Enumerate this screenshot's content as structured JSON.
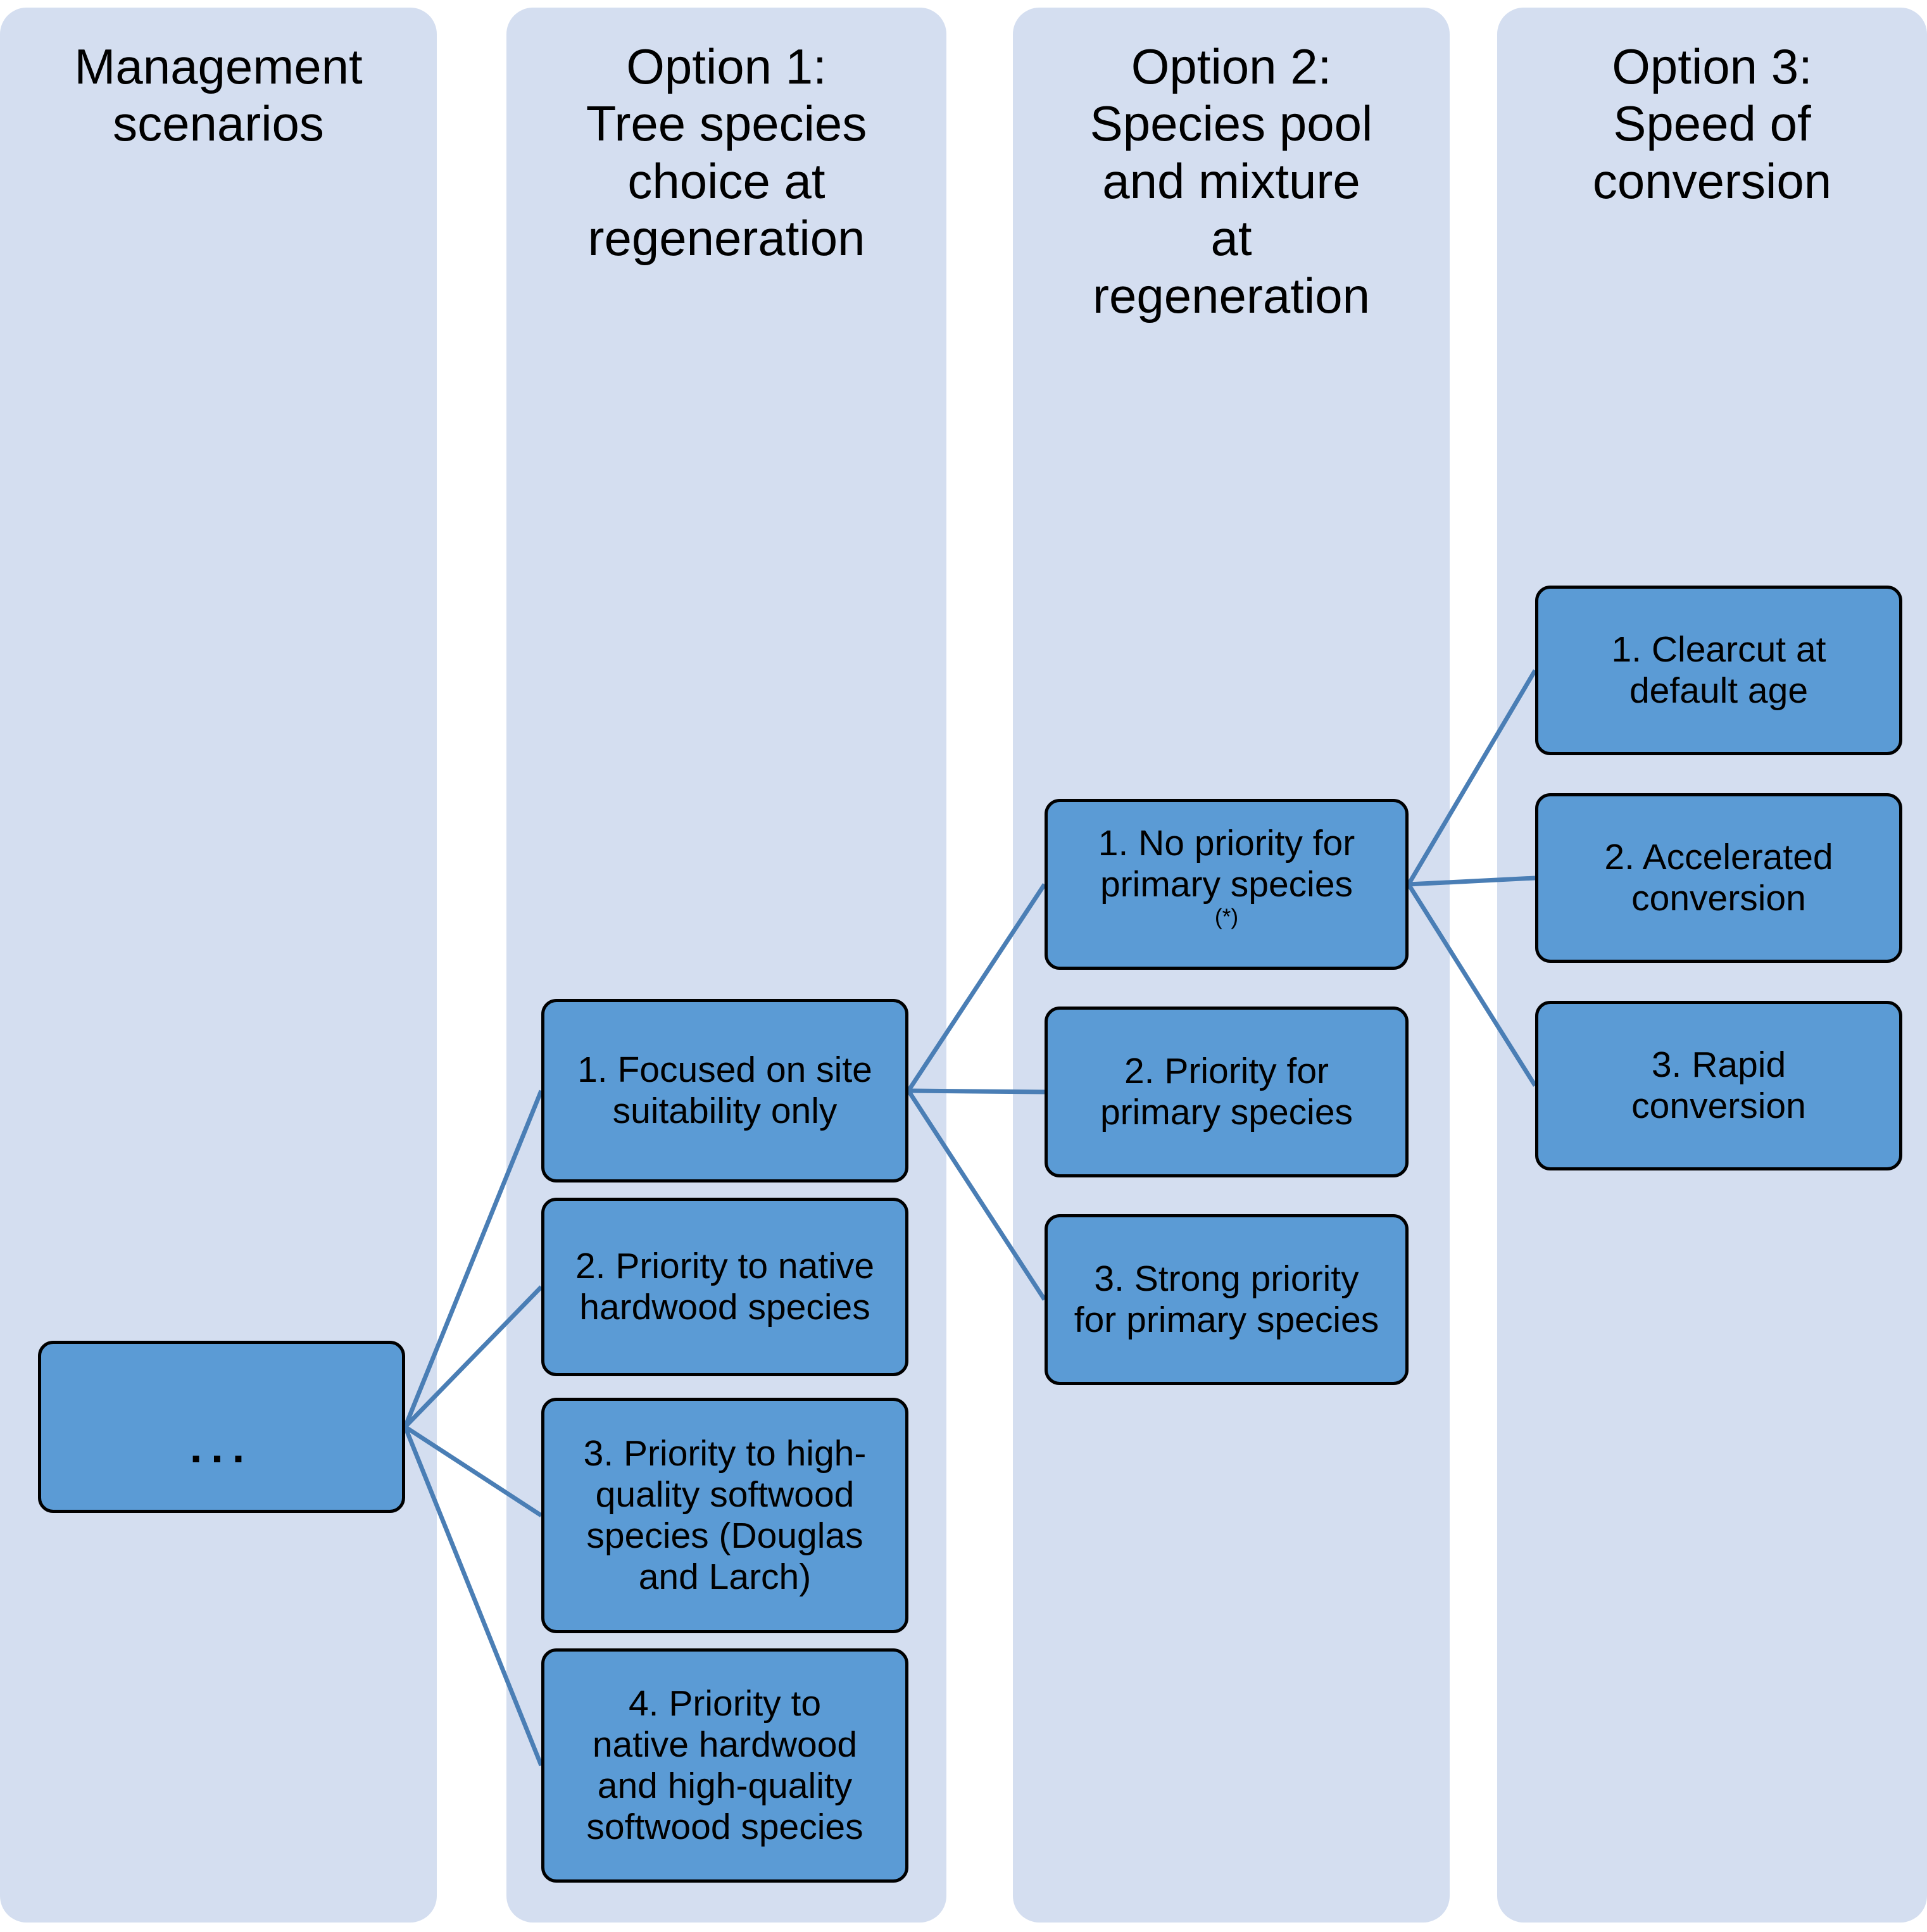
{
  "diagram": {
    "columns": [
      {
        "id": "management-scenarios",
        "title": "Management\nscenarios"
      },
      {
        "id": "option-1",
        "title": "Option 1:\nTree species\nchoice at\nregeneration"
      },
      {
        "id": "option-2",
        "title": "Option 2:\nSpecies pool\nand mixture\nat\nregeneration"
      },
      {
        "id": "option-3",
        "title": "Option 3:\nSpeed of\nconversion"
      }
    ],
    "nodes": {
      "root": {
        "label": "..."
      },
      "option1": [
        {
          "label": "1. Focused on site\nsuitability only"
        },
        {
          "label": "2. Priority to native\nhardwood species"
        },
        {
          "label": "3. Priority to high-\nquality softwood\nspecies (Douglas\nand Larch)"
        },
        {
          "label": "4. Priority to\nnative hardwood\nand high-quality\nsoftwood species"
        }
      ],
      "option2": [
        {
          "label": "1. No priority for\nprimary species",
          "superscript": "(*)"
        },
        {
          "label": "2. Priority for\nprimary species",
          "superscript": ""
        },
        {
          "label": "3. Strong priority\nfor primary species",
          "superscript": ""
        }
      ],
      "option3": [
        {
          "label": "1. Clearcut at\ndefault age"
        },
        {
          "label": "2. Accelerated\nconversion"
        },
        {
          "label": "3. Rapid\nconversion"
        }
      ]
    },
    "colors": {
      "panel_background": "#D4DEF0",
      "node_fill": "#5B9BD5",
      "node_border": "#000000",
      "connector": "#4A7EB5",
      "page_background": "#FFFFFF",
      "text": "#000000"
    },
    "connectors": [
      {
        "from": "root",
        "to": "option1-1"
      },
      {
        "from": "root",
        "to": "option1-2"
      },
      {
        "from": "root",
        "to": "option1-3"
      },
      {
        "from": "root",
        "to": "option1-4"
      },
      {
        "from": "option1-1",
        "to": "option2-1"
      },
      {
        "from": "option1-1",
        "to": "option2-2"
      },
      {
        "from": "option1-1",
        "to": "option2-3"
      },
      {
        "from": "option2-1",
        "to": "option3-1"
      },
      {
        "from": "option2-1",
        "to": "option3-2"
      },
      {
        "from": "option2-1",
        "to": "option3-3"
      }
    ]
  }
}
